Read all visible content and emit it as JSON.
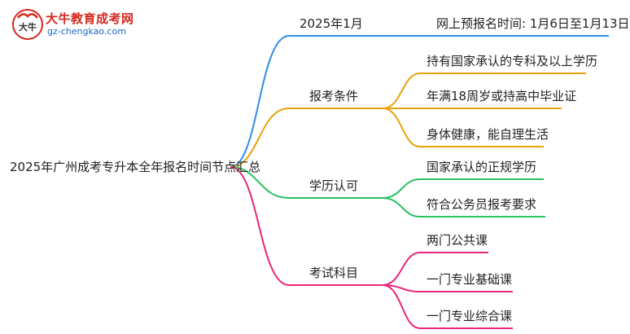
{
  "logo": {
    "title": "大牛教育成考网",
    "url": "gz-chengkao.com",
    "mark_text": "大牛"
  },
  "root": "2025年广州成考专升本全年报名时间节点汇总",
  "branches": [
    {
      "label": "2025年1月",
      "color": "#2f8ee6",
      "children": [
        "网上预报名时间: 1月6日至1月13日"
      ]
    },
    {
      "label": "报考条件",
      "color": "#e8a20c",
      "children": [
        "持有国家承认的专科及以上学历",
        "年满18周岁或持高中毕业证",
        "身体健康，能自理生活"
      ]
    },
    {
      "label": "学历认可",
      "color": "#27c25e",
      "children": [
        "国家承认的正规学历",
        "符合公务员报考要求"
      ]
    },
    {
      "label": "考试科目",
      "color": "#e8267a",
      "children": [
        "两门公共课",
        "一门专业基础课",
        "一门专业综合课"
      ]
    }
  ]
}
